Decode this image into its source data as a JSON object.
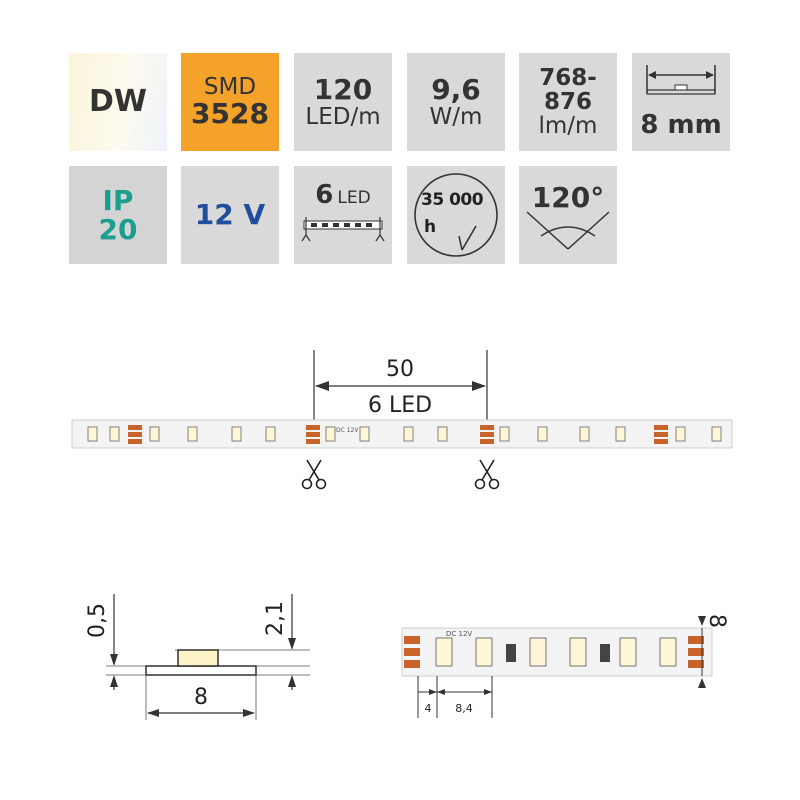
{
  "tiles": {
    "dw": {
      "label": "DW"
    },
    "smd": {
      "line1": "SMD",
      "line2": "3528"
    },
    "density": {
      "value": "120",
      "unit": "LED/m"
    },
    "power": {
      "value": "9,6",
      "unit": "W/m"
    },
    "flux": {
      "line1": "768-",
      "line2": "876",
      "unit": "lm/m"
    },
    "width": {
      "value": "8 mm"
    },
    "ip": {
      "line1": "IP",
      "line2": "20"
    },
    "voltage": {
      "value": "12 V"
    },
    "segment": {
      "count": "6",
      "unit": "LED"
    },
    "lifetime": {
      "hours": "35 000",
      "unit": "h"
    },
    "angle": {
      "value": "120°"
    }
  },
  "cut_diagram": {
    "length": "50",
    "leds": "6 LED",
    "pcb_label": "DC 12V"
  },
  "profile": {
    "thickness": "0,5",
    "height": "2,1",
    "width": "8"
  },
  "detail": {
    "width": "8",
    "edge_offset": "4",
    "pitch": "8,4"
  },
  "colors": {
    "tile_grey": "#d9d9d9",
    "smd_orange": "#f5a22a",
    "ip_teal": "#1a9e8e",
    "voltage_blue": "#1f4e9c",
    "pad_copper": "#c8642a"
  }
}
